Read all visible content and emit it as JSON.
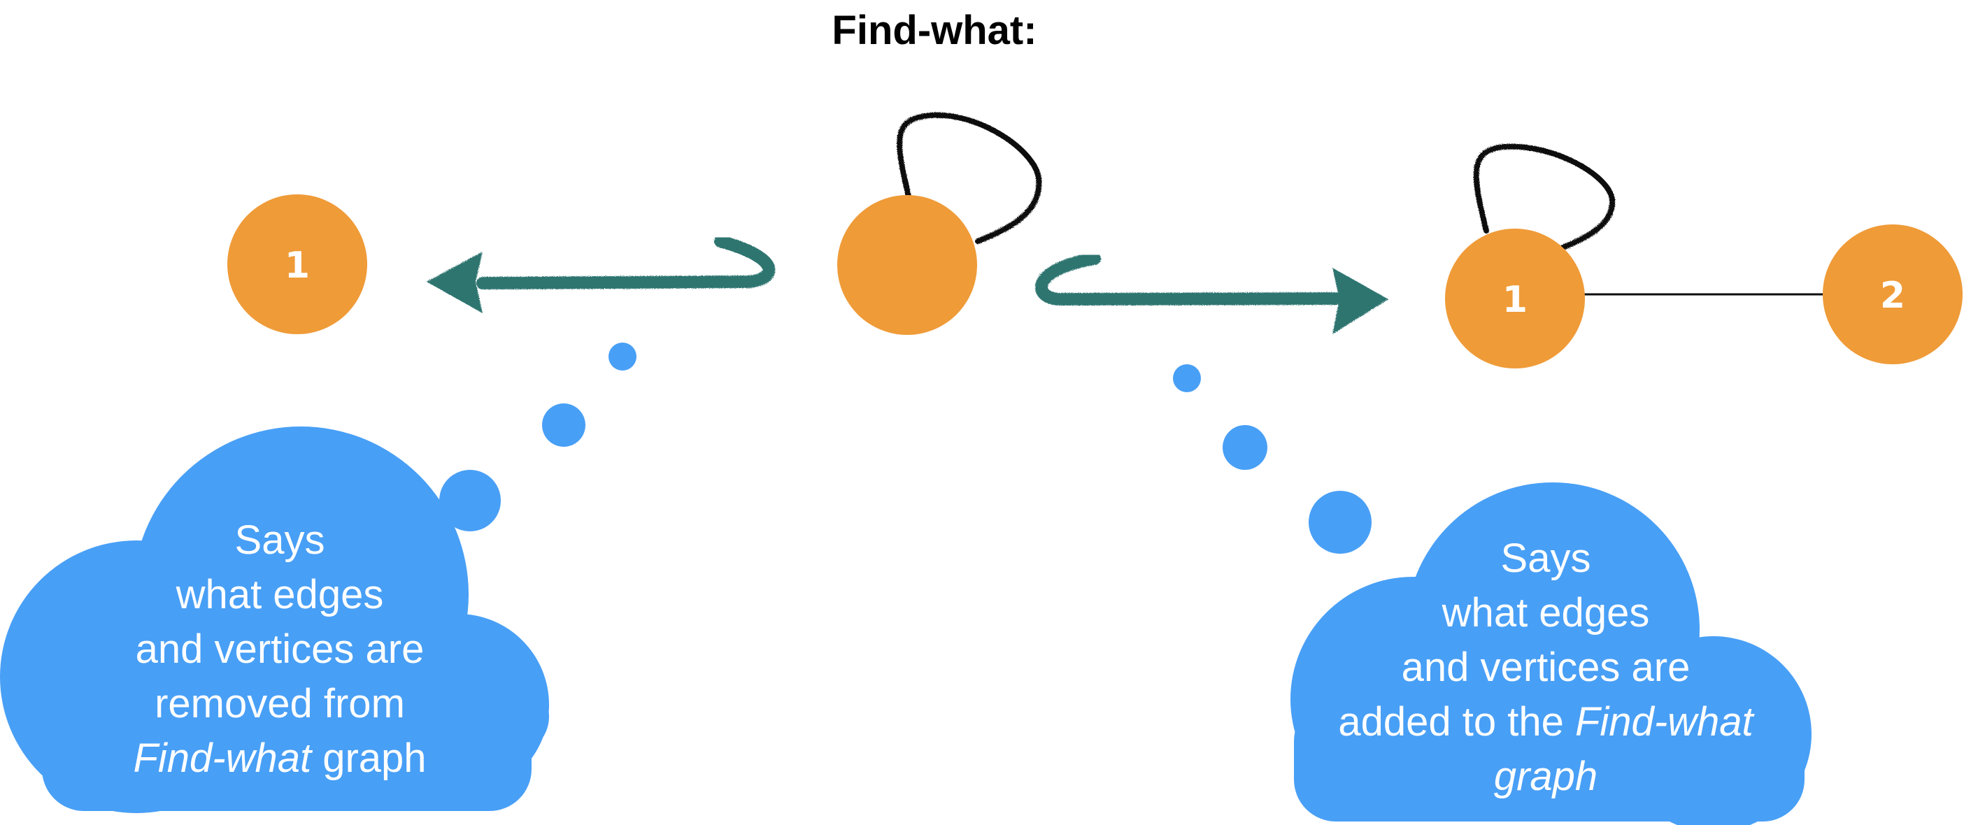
{
  "title": "Find-what:",
  "colors": {
    "vertex": "#EF9B38",
    "vertex_label": "#ffffff",
    "edge": "#111111",
    "arrow": "#2F7470",
    "cloud": "#489FF6",
    "cloud_text": "#ffffff",
    "title": "#000000"
  },
  "left_graph": {
    "vertices": [
      {
        "label": "1"
      }
    ]
  },
  "center_graph": {
    "vertices": [
      {
        "label": ""
      }
    ],
    "edges": [
      "self-loop"
    ]
  },
  "right_graph": {
    "vertices": [
      {
        "label": "1"
      },
      {
        "label": "2"
      }
    ],
    "edges": [
      "self-loop on 1",
      "1-2"
    ]
  },
  "left_cloud": {
    "lines": [
      {
        "parts": [
          {
            "text": "Says",
            "italic": false
          }
        ]
      },
      {
        "parts": [
          {
            "text": "what edges",
            "italic": false
          }
        ]
      },
      {
        "parts": [
          {
            "text": "and vertices are",
            "italic": false
          }
        ]
      },
      {
        "parts": [
          {
            "text": "removed from",
            "italic": false
          }
        ]
      },
      {
        "parts": [
          {
            "text": "Find-what",
            "italic": true
          },
          {
            "text": " graph",
            "italic": false
          }
        ]
      }
    ]
  },
  "right_cloud": {
    "lines": [
      {
        "parts": [
          {
            "text": "Says",
            "italic": false
          }
        ]
      },
      {
        "parts": [
          {
            "text": "what edges",
            "italic": false
          }
        ]
      },
      {
        "parts": [
          {
            "text": "and vertices are",
            "italic": false
          }
        ]
      },
      {
        "parts": [
          {
            "text": "added to the ",
            "italic": false
          },
          {
            "text": "Find-what",
            "italic": true
          }
        ]
      },
      {
        "parts": [
          {
            "text": "graph",
            "italic": true
          }
        ]
      }
    ]
  }
}
